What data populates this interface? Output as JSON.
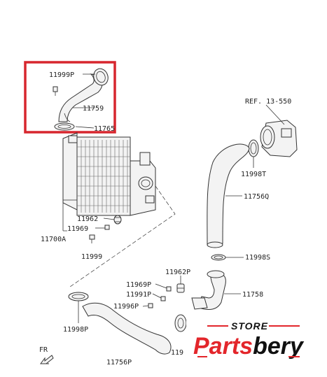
{
  "diagram": {
    "reference": "REF. 13-550",
    "front_marker": "FR",
    "labels": {
      "p11999P": "11999P",
      "p11759": "11759",
      "p11765": "11765",
      "p11998T": "11998T",
      "p11756Q": "11756Q",
      "p11962": "11962",
      "p11969": "11969",
      "p11700A": "11700A",
      "p11999": "11999",
      "p11998S": "11998S",
      "p11962P": "11962P",
      "p11969P": "11969P",
      "p11991P": "11991P",
      "p11996P": "11996P",
      "p11758": "11758",
      "p11998P": "11998P",
      "p11756P": "11756P",
      "p119partial": "119"
    },
    "highlight_color": "#d7262e"
  },
  "watermark": {
    "store": "STORE",
    "brand_red": "Parts",
    "brand_black": "bery",
    "brand_color": "#e3262b"
  }
}
